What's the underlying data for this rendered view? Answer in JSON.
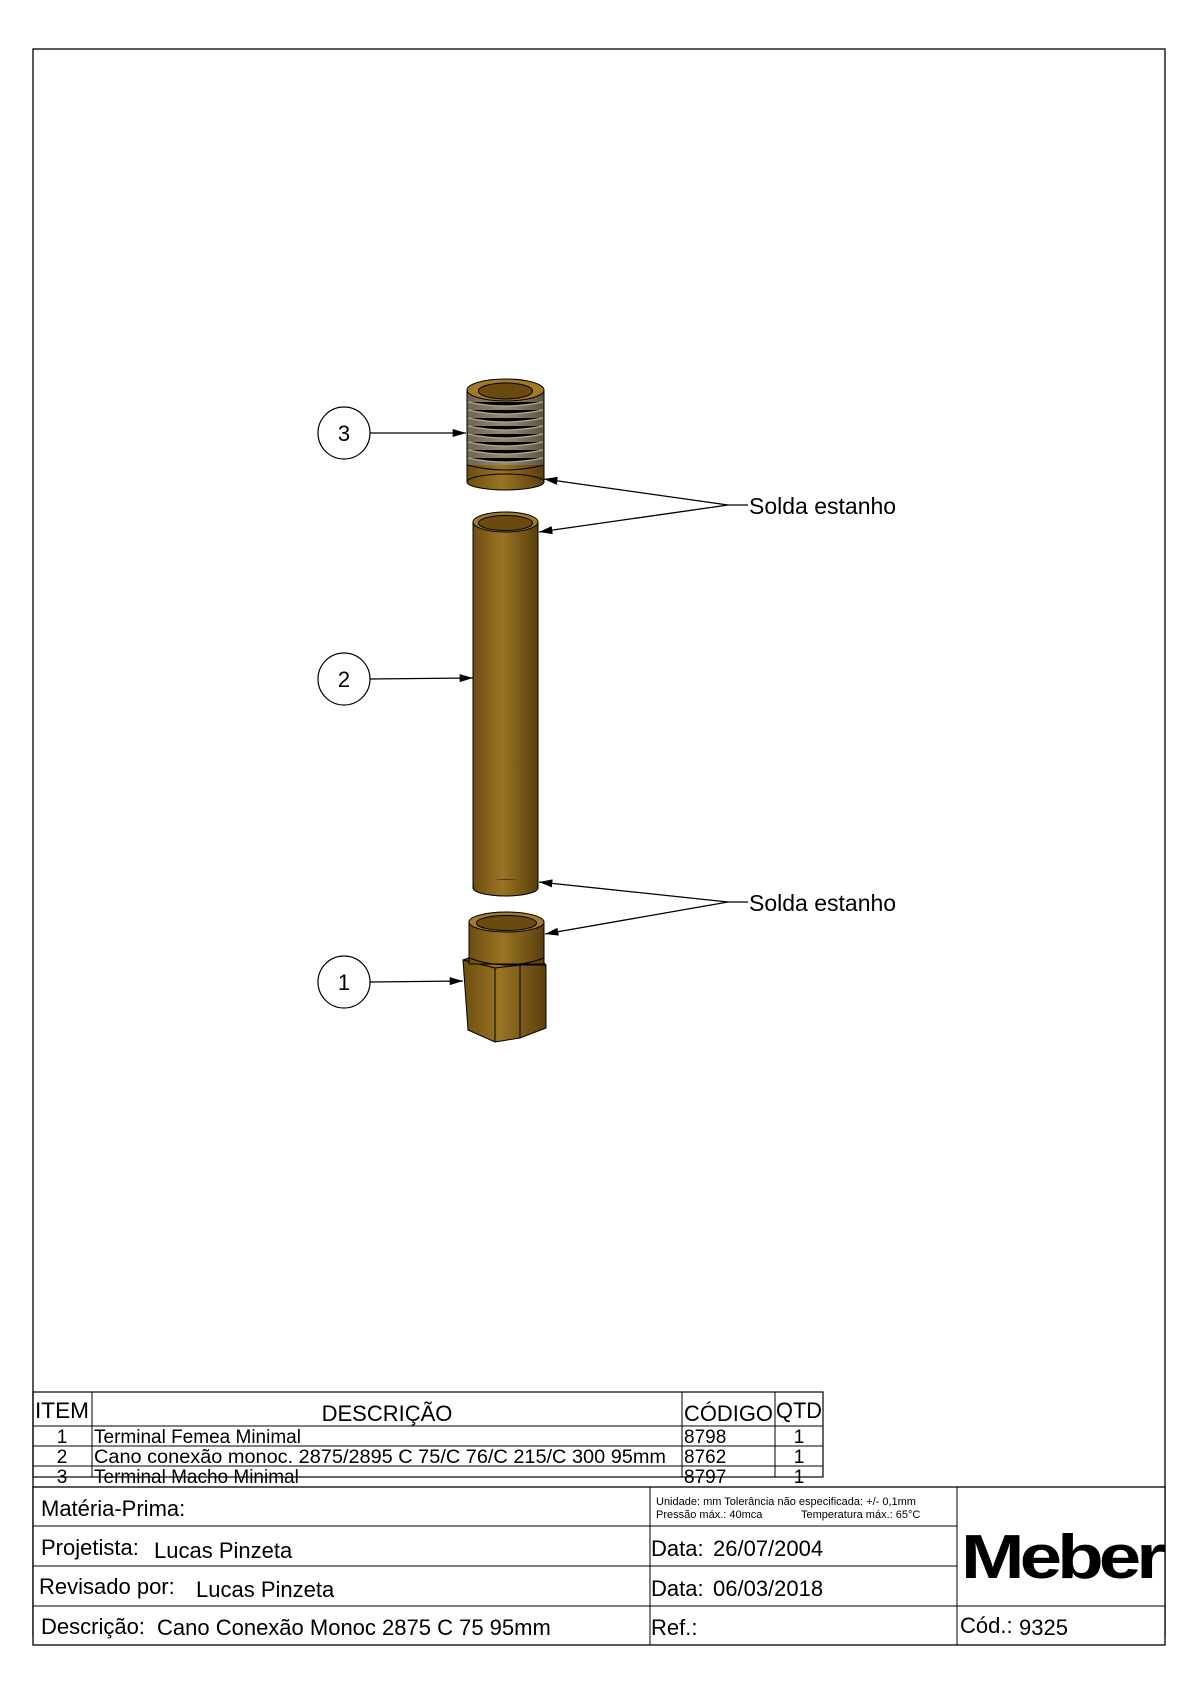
{
  "drawing": {
    "balloons": [
      "3",
      "2",
      "1"
    ],
    "weld_label_top": "Solda estanho",
    "weld_label_bottom": "Solda estanho",
    "part_color": "#8a6418",
    "thread_color": "#8b7e63"
  },
  "bom": {
    "headers": {
      "item": "ITEM",
      "description": "DESCRIÇÃO",
      "code": "CÓDIGO",
      "qty": "QTD"
    },
    "rows": [
      {
        "item": "1",
        "description": "Terminal Femea Minimal",
        "code": "8798",
        "qty": "1"
      },
      {
        "item": "2",
        "description": "Cano conexão monoc. 2875/2895 C 75/C 76/C 215/C 300 95mm",
        "code": "8762",
        "qty": "1"
      },
      {
        "item": "3",
        "description": "Terminal Macho Minimal",
        "code": "8797",
        "qty": "1"
      }
    ]
  },
  "title_block": {
    "materia_prima_label": "Matéria-Prima:",
    "notes_line1": "Unidade: mm Tolerância não especificada: +/- 0,1mm",
    "notes_line2_a": "Pressão máx.: 40mca",
    "notes_line2_b": "Temperatura máx.: 65°C",
    "projetista_label": "Projetista:",
    "projetista": "Lucas Pinzeta",
    "data1_label": "Data:",
    "data1": "26/07/2004",
    "revisado_label": "Revisado por:",
    "revisado": "Lucas Pinzeta",
    "data2_label": "Data:",
    "data2": "06/03/2018",
    "descricao_label": "Descrição:",
    "descricao": "Cano Conexão Monoc 2875 C 75 95mm",
    "ref_label": "Ref.:",
    "cod_label": "Cód.:",
    "cod": "9325",
    "logo": "Meber"
  }
}
